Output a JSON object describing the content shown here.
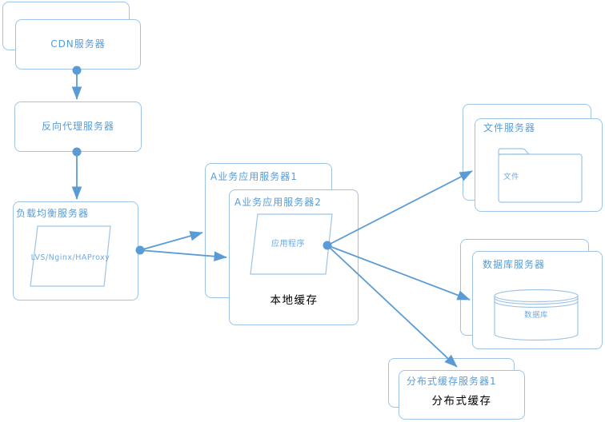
{
  "diagram": {
    "type": "architecture-flowchart",
    "nodes": {
      "cdn": {
        "label": "CDN服务器",
        "stacked_copies": 2
      },
      "reverse_proxy": {
        "label": "反向代理服务器"
      },
      "load_balancer": {
        "label": "负载均衡服务器",
        "inner_label": "LVS/Nginx/HAProxy",
        "icon": "parallelogram"
      },
      "app_server_1": {
        "label": "A业务应用服务器1"
      },
      "app_server_2": {
        "label": "A业务应用服务器2",
        "inner_label": "应用程序",
        "icon": "parallelogram",
        "caption": "本地缓存"
      },
      "file_server": {
        "label": "文件服务器",
        "inner_label": "文件",
        "icon": "folder",
        "stacked_copies": 2
      },
      "database_server": {
        "label": "数据库服务器",
        "inner_label": "数据库",
        "icon": "database-cylinder",
        "stacked_copies": 2
      },
      "cache_server": {
        "label": "分布式缓存服务器1",
        "caption": "分布式缓存",
        "stacked_copies": 2
      }
    },
    "edges": [
      {
        "from": "cdn",
        "to": "reverse_proxy"
      },
      {
        "from": "reverse_proxy",
        "to": "load_balancer"
      },
      {
        "from": "load_balancer",
        "to": "app_server_1"
      },
      {
        "from": "load_balancer",
        "to": "app_server_2"
      },
      {
        "from": "app_server_2",
        "to": "file_server"
      },
      {
        "from": "app_server_2",
        "to": "database_server"
      },
      {
        "from": "app_server_2",
        "to": "cache_server"
      }
    ],
    "colors": {
      "connector": "#5B9BD5",
      "shape_border": "#9DC4E8",
      "label_blue": "#5B9BD5",
      "inner_label_blue": "#74A9DB",
      "caption_black": "#000000",
      "background": "#FFFFFF"
    }
  }
}
